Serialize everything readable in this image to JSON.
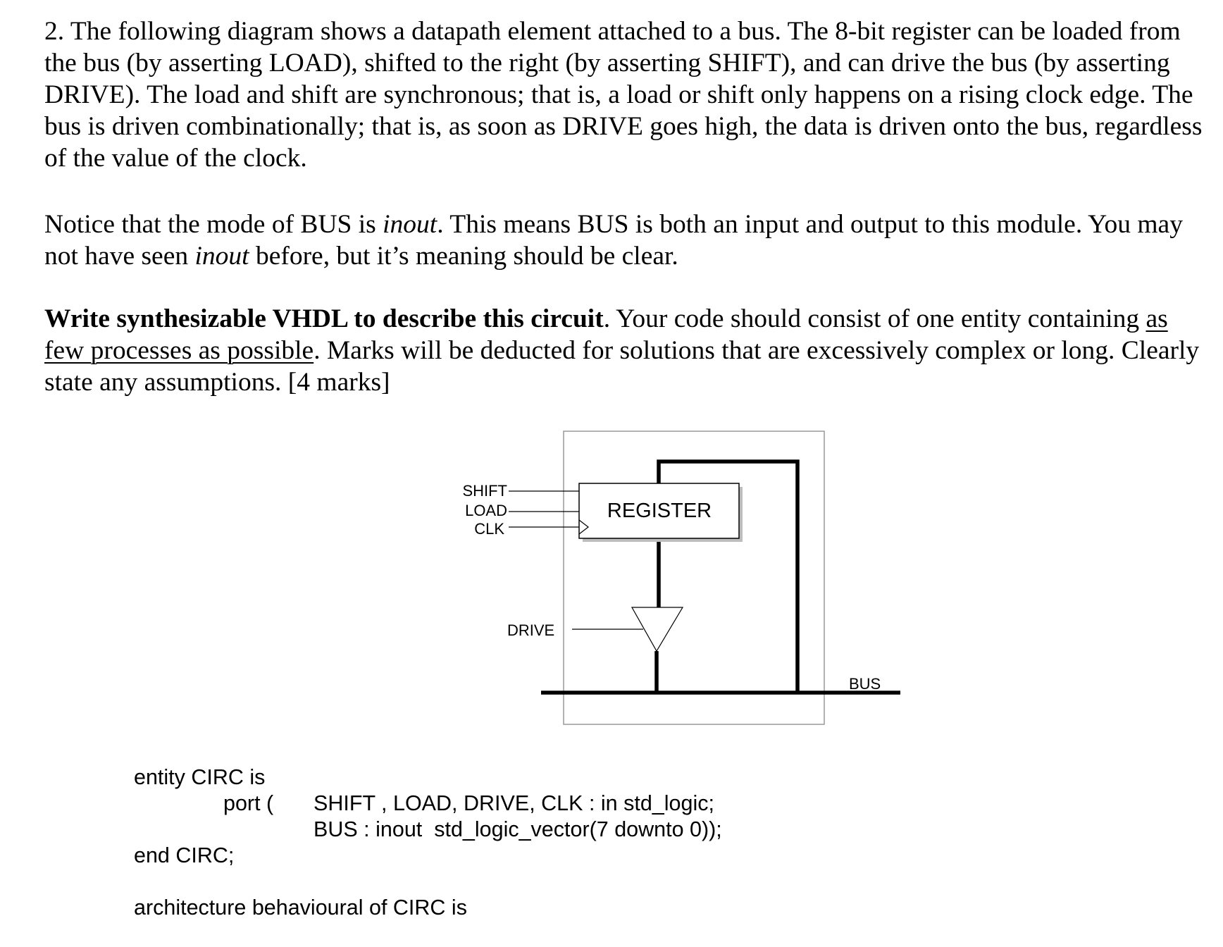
{
  "question": {
    "para1": "2. The following diagram shows a datapath element attached to a bus.  The 8-bit register can be loaded from the bus (by asserting LOAD), shifted to the right (by asserting SHIFT), and can drive the bus (by asserting DRIVE).  The load and shift are synchronous; that is, a load or shift only happens on a rising clock edge.  The bus is driven combinationally; that is, as soon as DRIVE goes high, the data is driven onto the bus, regardless of the value of the clock.",
    "para2_before": "Notice that the mode of BUS is ",
    "para2_inout1": "inout",
    "para2_middle": ".  This means BUS is both an input and output to this module.  You may not have seen ",
    "para2_inout2": "inout",
    "para2_after": " before, but it’s meaning should be clear.",
    "para3_bold": "Write synthesizable VHDL to describe this circuit",
    "para3_mid": ".  Your code should consist of one entity containing ",
    "para3_underlined": "as few processes as possible",
    "para3_after": ".  Marks will be deducted  for solutions that are excessively complex or long.  Clearly state any assumptions.  [4 marks]"
  },
  "diagram": {
    "shift_label": "SHIFT",
    "load_label": "LOAD",
    "clk_label": "CLK",
    "register_label": "REGISTER",
    "drive_label": "DRIVE",
    "bus_label": "BUS"
  },
  "code": {
    "line1": "entity CIRC is",
    "line2_port": "port (",
    "line2_decl": "SHIFT , LOAD, DRIVE, CLK : in std_logic;",
    "line3_decl": "BUS : inout  std_logic_vector(7 downto 0));",
    "line4": "end CIRC;",
    "line5": "architecture behavioural of CIRC is"
  }
}
